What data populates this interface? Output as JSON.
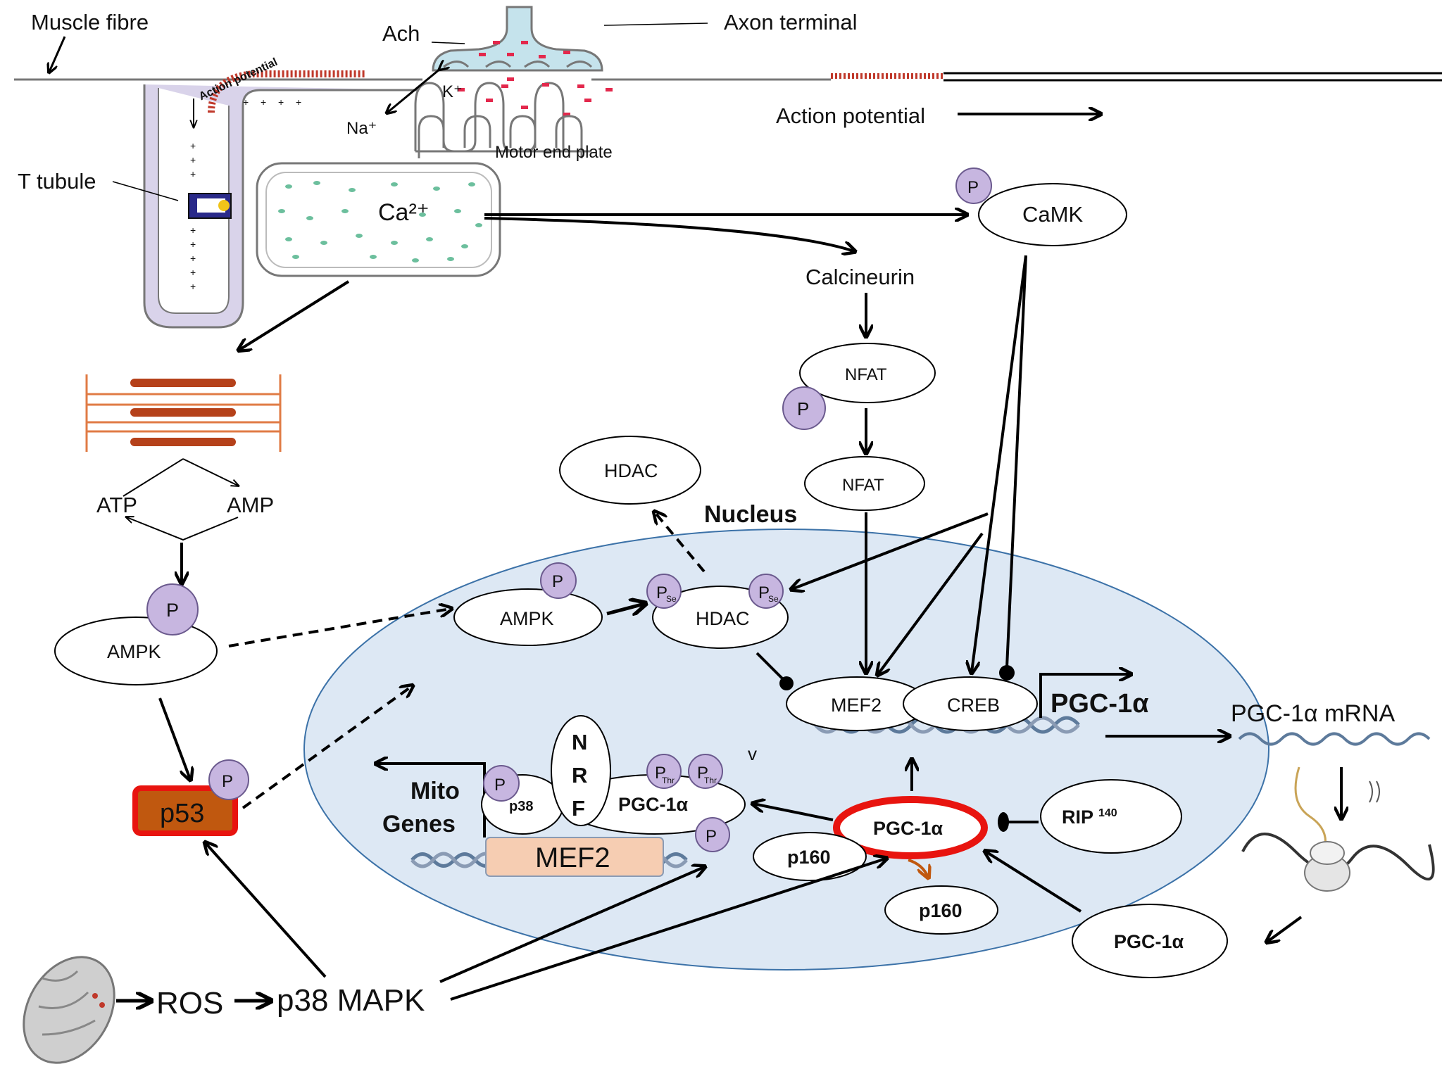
{
  "top": {
    "muscle_fibre": "Muscle fibre",
    "ach": "Ach",
    "axon_terminal": "Axon terminal",
    "action_potential_curved": "Action potential",
    "k_plus": "K⁺",
    "na_plus": "Na⁺",
    "motor_end_plate": "Motor end plate",
    "action_potential": "Action potential",
    "t_tubule": "T tubule",
    "ca": "Ca²⁺"
  },
  "pathway": {
    "p": "P",
    "camk": "CaMK",
    "calcineurin": "Calcineurin",
    "nfat_1": "NFAT",
    "nfat_2": "NFAT",
    "hdac_outside": "HDAC",
    "nucleus": "Nucleus",
    "atp": "ATP",
    "amp": "AMP",
    "ampk_outside": "AMPK",
    "ampk_nucleus": "AMPK",
    "hdac_nucleus": "HDAC",
    "p_ser": "Se",
    "mef2_top": "MEF2",
    "creb": "CREB",
    "pgc_gene": "PGC-1α",
    "pgc_mrna": "PGC-1α mRNA",
    "p53": "p53",
    "nrf_n": "N",
    "nrf_r": "R",
    "nrf_f": "F",
    "p38_small": "p38",
    "pgc_complex": "PGC-1α",
    "p_thr": "Thr",
    "mito_genes_1": "Mito",
    "mito_genes_2": "Genes",
    "mef2_bottom": "MEF2",
    "pgc_center": "PGC-1α",
    "p160_left": "p160",
    "p160_right": "p160",
    "rip": "RIP",
    "rip_sup": "140",
    "pgc_cyto": "PGC-1α",
    "ros": "ROS",
    "p38_mapk": "p38 MAPK",
    "v_mark": "v"
  },
  "colors": {
    "nucleus_fill": "#dde8f4",
    "phospho_fill": "#c7b6e0",
    "p53_fill": "#c0580f",
    "p53_border": "#e8140f",
    "mef2_box": "#f6cdb2",
    "sarcomere": "#b5411a",
    "ca_dots": "#6cbf9d",
    "ach_dots": "#e3284c"
  }
}
